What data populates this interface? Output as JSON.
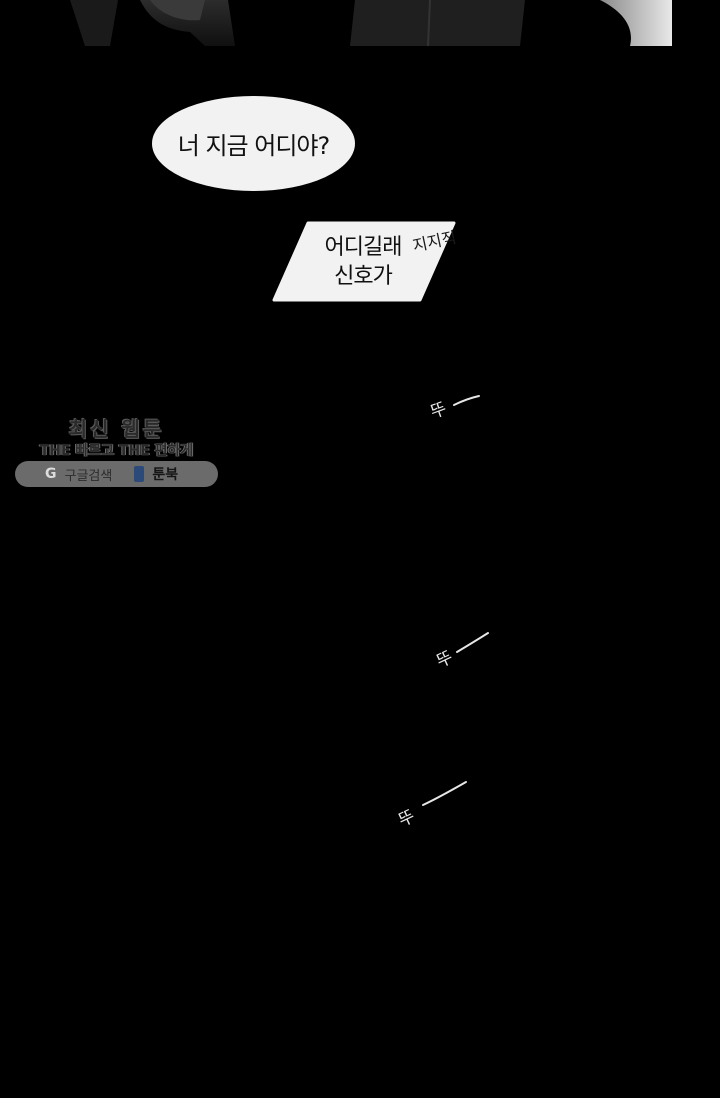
{
  "bubbles": {
    "oval_text": "너 지금 어디야?",
    "para_line1": "어디길래",
    "para_line2": "신호가"
  },
  "sfx": {
    "scribble": "지지직",
    "beep1": "뚜",
    "beep2": "뚜",
    "beep3": "뚜"
  },
  "watermark": {
    "title": "최신 웹툰",
    "subtitle": "THE 빠르고 THE 편하게",
    "google_icon": "G",
    "google_label": "구글검색",
    "book_label": "툰북"
  },
  "colors": {
    "background": "#000000",
    "bubble": "#f2f2f2",
    "sfx_line": "#e6e6e6"
  }
}
